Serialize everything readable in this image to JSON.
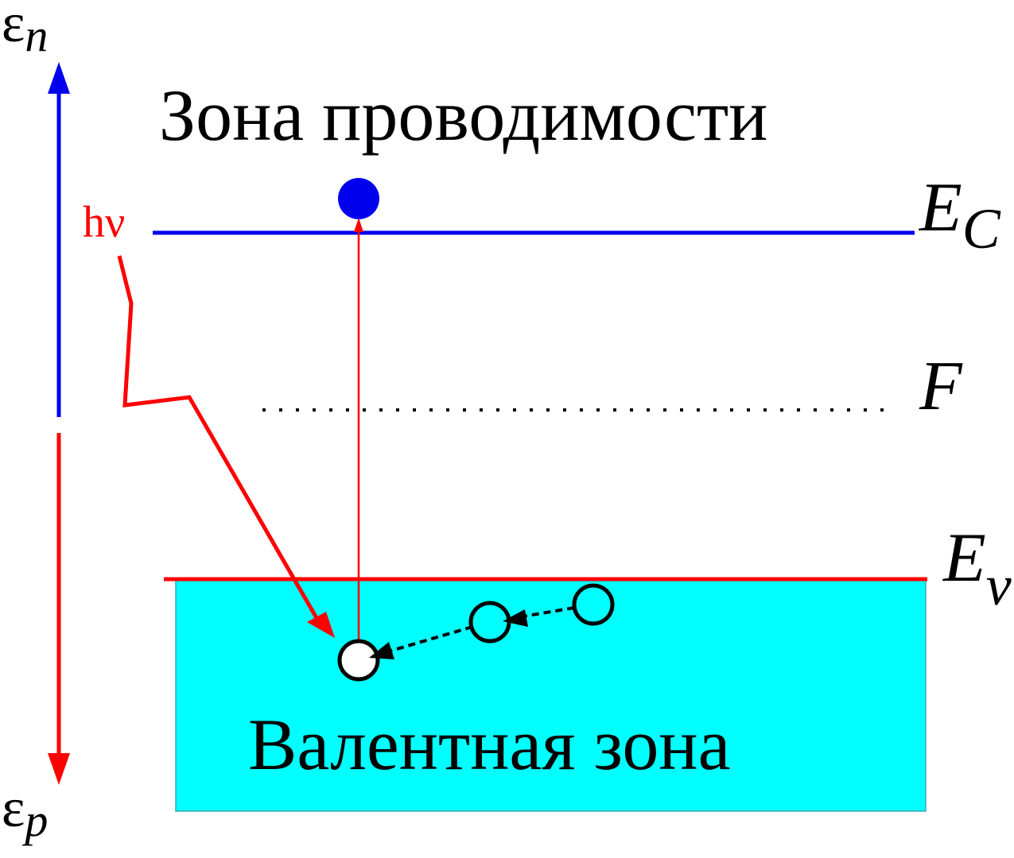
{
  "axis": {
    "top_symbol": "ε",
    "top_subscript": "n",
    "bottom_symbol": "ε",
    "bottom_subscript": "p"
  },
  "bands": {
    "conduction_label": "Зона проводимости",
    "valence_label": "Валентная зона"
  },
  "levels": {
    "ec_symbol": "E",
    "ec_subscript": "C",
    "fermi_label": "F",
    "ev_symbol": "E",
    "ev_subscript": "v"
  },
  "photon": {
    "label": "hν"
  },
  "colors": {
    "electron_blue": "#0000ee",
    "hole_red": "#ff0000",
    "valence_fill": "#00ffff",
    "text": "#000000"
  }
}
